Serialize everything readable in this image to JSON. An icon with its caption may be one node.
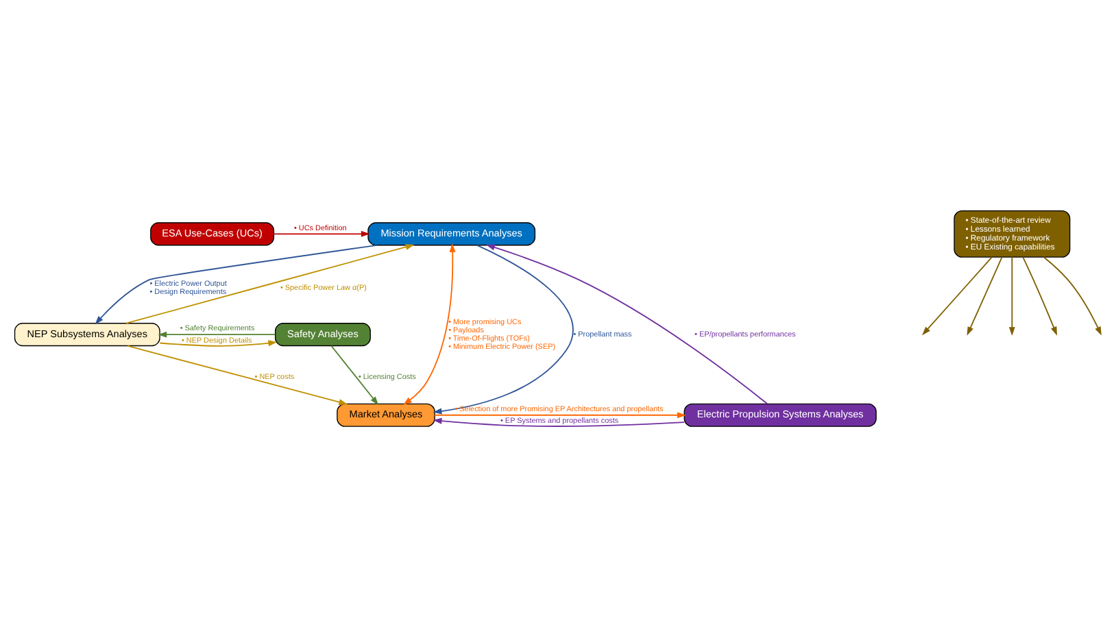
{
  "diagram": {
    "nodes": [
      {
        "text": [
          "ESA Use-Cases (UCs)"
        ]
      },
      {
        "text": [
          "Mission Requirements Analyses"
        ]
      },
      {
        "text": [
          "• State-of-the-art review",
          "• Lessons learned",
          "• Regulatory framework",
          "• EU Existing capabilities"
        ]
      },
      {
        "text": [
          "NEP Subsystems Analyses"
        ]
      },
      {
        "text": [
          "Safety Analyses"
        ]
      },
      {
        "text": [
          "Electric Propulsion Systems Analyses"
        ]
      },
      {
        "text": [
          "Market Analyses"
        ]
      }
    ],
    "edges": [
      {
        "from": 0,
        "to": 1,
        "arrow": "to",
        "label": "• UCs Definition",
        "color": "#c00000"
      },
      {
        "from": 5,
        "to": 1,
        "arrow": "to",
        "label": "• EP/propellants performances",
        "color": "#7030a0"
      },
      {
        "from": 1,
        "to": 6,
        "arrow": "both",
        "label": "• More promising UCs • Payloads • Time-Of-Flights (TOFs) • Minimum Electric Power (SEP)",
        "color": "#ff6600"
      },
      {
        "from": 3,
        "to": 1,
        "arrow": "to",
        "label": "• Specific Power Law α(P)",
        "color": "#bf9000"
      },
      {
        "from": 1,
        "to": 3,
        "arrow": "to",
        "label": "• Electric Power Output • Design Requirements",
        "color": "#2f5597"
      },
      {
        "from": 1,
        "to": 6,
        "arrow": "to",
        "label": "• Propellant mass",
        "color": "#2f5597"
      },
      {
        "from": 2,
        "to": null,
        "arrow": "to",
        "color": "#7f6000"
      },
      {
        "from": 2,
        "to": null,
        "arrow": "to",
        "color": "#7f6000"
      },
      {
        "from": 2,
        "to": null,
        "arrow": "to",
        "color": "#7f6000"
      },
      {
        "from": 2,
        "to": null,
        "arrow": "to",
        "color": "#7f6000"
      },
      {
        "from": 2,
        "to": null,
        "arrow": "to",
        "color": "#7f6000"
      },
      {
        "from": 3,
        "to": 4,
        "arrow": "to",
        "label": "• NEP Design Details",
        "color": "#bf9000"
      },
      {
        "from": 4,
        "to": 3,
        "arrow": "to",
        "label": "• Safety Requirements",
        "color": "#548235"
      },
      {
        "from": 3,
        "to": 6,
        "arrow": "to",
        "label": "• NEP costs",
        "color": "#bf9000"
      },
      {
        "from": 4,
        "to": 6,
        "arrow": "to",
        "label": "• Licensing Costs",
        "color": "#548235"
      },
      {
        "from": 6,
        "to": 5,
        "arrow": "to",
        "label": "• Selection of more Promising EP Architectures and propellants",
        "color": "#ff6600"
      },
      {
        "from": 5,
        "to": 6,
        "arrow": "to",
        "label": "• EP Systems and propellants costs",
        "color": "#7030a0"
      }
    ]
  }
}
